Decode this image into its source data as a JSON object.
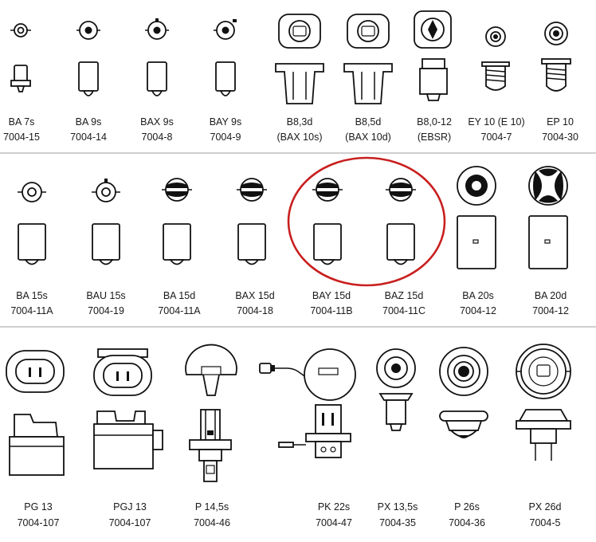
{
  "rows": [
    {
      "items": [
        {
          "code": "BA 7s",
          "ref": "7004-15"
        },
        {
          "code": "BA 9s",
          "ref": "7004-14"
        },
        {
          "code": "BAX 9s",
          "ref": "7004-8"
        },
        {
          "code": "BAY 9s",
          "ref": "7004-9"
        },
        {
          "code": "B8,3d",
          "ref": "(BAX 10s)"
        },
        {
          "code": "B8,5d",
          "ref": "(BAX 10d)"
        },
        {
          "code": "B8,0-12",
          "ref": "(EBSR)"
        },
        {
          "code": "EY 10 (E 10)",
          "ref": "7004-7"
        },
        {
          "code": "EP 10",
          "ref": "7004-30"
        }
      ]
    },
    {
      "items": [
        {
          "code": "BA 15s",
          "ref": "7004-11A"
        },
        {
          "code": "BAU 15s",
          "ref": "7004-19"
        },
        {
          "code": "BA 15d",
          "ref": "7004-11A"
        },
        {
          "code": "BAX 15d",
          "ref": "7004-18"
        },
        {
          "code": "BAY 15d",
          "ref": "7004-11B"
        },
        {
          "code": "BAZ 15d",
          "ref": "7004-11C"
        },
        {
          "code": "BA 20s",
          "ref": "7004-12"
        },
        {
          "code": "BA 20d",
          "ref": "7004-12"
        }
      ]
    },
    {
      "items": [
        {
          "code": "PG 13",
          "ref": "7004-107"
        },
        {
          "code": "PGJ 13",
          "ref": "7004-107"
        },
        {
          "code": "P 14,5s",
          "ref": "7004-46"
        },
        {
          "code": "PK 22s",
          "ref": "7004-47"
        },
        {
          "code": "PX 13,5s",
          "ref": "7004-35"
        },
        {
          "code": "P 26s",
          "ref": "7004-36"
        },
        {
          "code": "PX 26d",
          "ref": "7004-5"
        }
      ]
    }
  ],
  "highlight_color": "#c8201f"
}
